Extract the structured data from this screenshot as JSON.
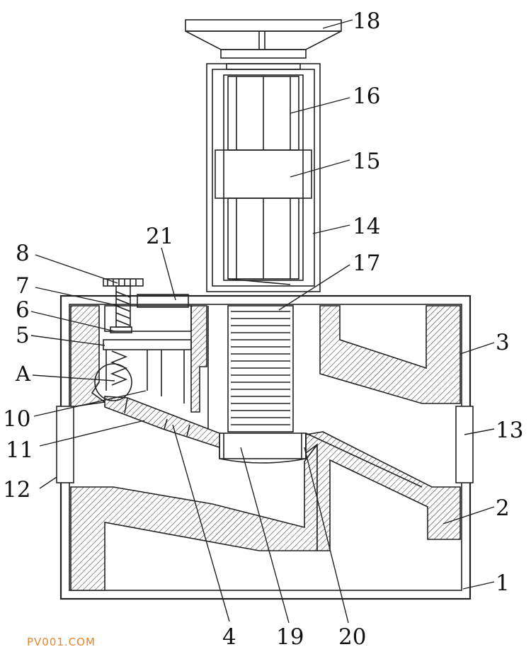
{
  "labels": {
    "l18": "18",
    "l16": "16",
    "l15": "15",
    "l14": "14",
    "l17": "17",
    "l21": "21",
    "l8": "8",
    "l7": "7",
    "l6": "6",
    "l5": "5",
    "lA": "A",
    "l3": "3",
    "l10": "10",
    "l11": "11",
    "l13": "13",
    "l12": "12",
    "l2": "2",
    "l1": "1",
    "l4": "4",
    "l19": "19",
    "l20": "20"
  },
  "watermark": "PV001.COM",
  "colors": {
    "line": "#222222",
    "watermark": "#e8832a"
  }
}
